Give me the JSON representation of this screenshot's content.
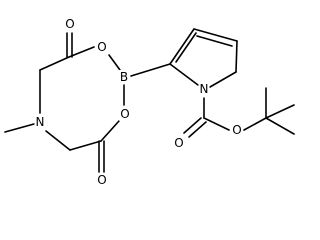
{
  "molecule": {
    "atoms": {
      "o_top_carbonyl": "O",
      "o_ring_upper": "O",
      "boron": "B",
      "o_ring_lower": "O",
      "o_bottom_carbonyl": "O",
      "n_amine": "N",
      "n_pyrrole": "N",
      "o_boc_carbonyl": "O",
      "o_boc_ether": "O"
    },
    "colors": {
      "bond": "#000000",
      "label": "#000000",
      "background": "#ffffff"
    }
  }
}
